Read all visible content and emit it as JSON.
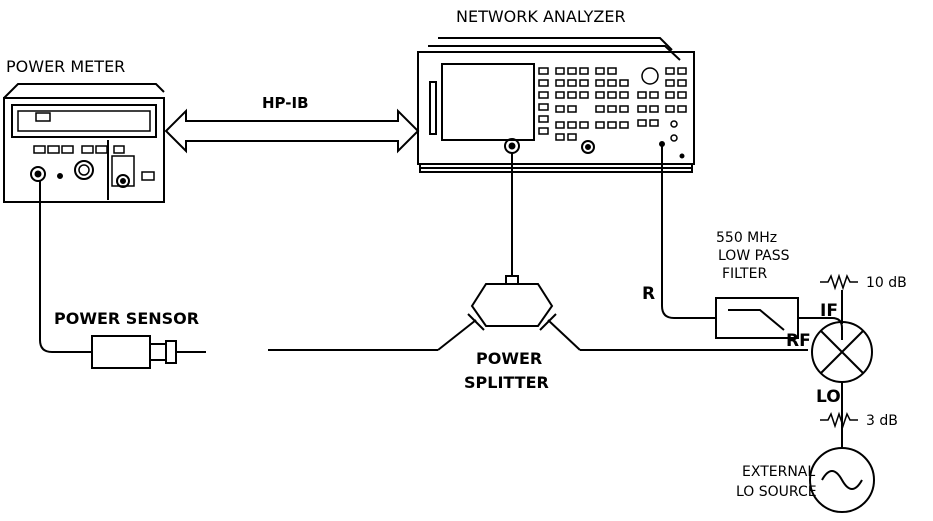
{
  "labels": {
    "network_analyzer": "NETWORK ANALYZER",
    "power_meter": "POWER METER",
    "hpib": "HP-IB",
    "filter_line1": "550 MHz",
    "filter_line2": "LOW PASS",
    "filter_line3": "FILTER",
    "r_port": "R",
    "power_sensor": "POWER SENSOR",
    "splitter_line1": "POWER",
    "splitter_line2": "SPLITTER",
    "if_port": "IF",
    "rf_port": "RF",
    "lo_port": "LO",
    "atten_10": "10 dB",
    "atten_3": "3 dB",
    "lo_source_line1": "EXTERNAL",
    "lo_source_line2": "LO SOURCE"
  }
}
